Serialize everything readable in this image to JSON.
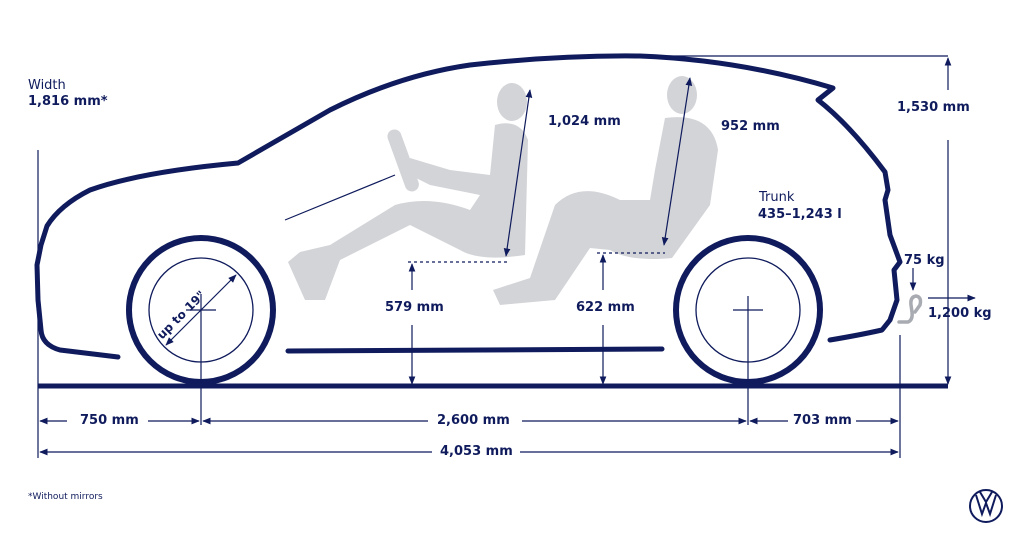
{
  "colors": {
    "navy": "#0f1b5c",
    "silhouette": "#d3d4d8",
    "hook": "#a9abb2"
  },
  "width": {
    "label": "Width",
    "value": "1,816 mm*"
  },
  "wheel": {
    "label": "up to 19\""
  },
  "headroom": {
    "front": "1,024 mm",
    "rear": "952 mm"
  },
  "seat_height": {
    "front": "579 mm",
    "rear": "622 mm"
  },
  "height": "1,530 mm",
  "trunk": {
    "label": "Trunk",
    "value": "435–1,243 l"
  },
  "towing": {
    "vertical_load": "75 kg",
    "towing_capacity": "1,200 kg"
  },
  "dimensions": {
    "front_overhang": "750 mm",
    "wheelbase": "2,600 mm",
    "rear_overhang": "703 mm",
    "length": "4,053 mm"
  },
  "footnote": "*Without mirrors",
  "logo": "VW"
}
